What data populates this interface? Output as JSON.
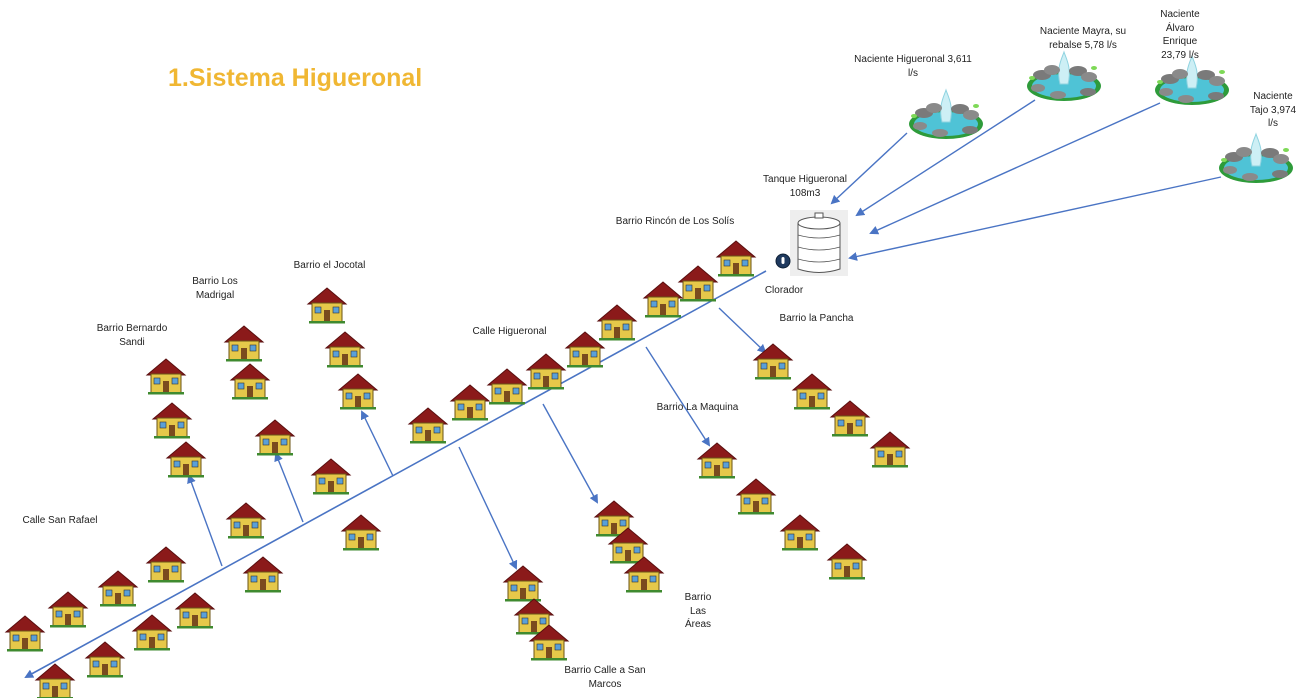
{
  "title": "1.Sistema Higueronal",
  "colors": {
    "title": "#f0b733",
    "pipe": "#4a74c4",
    "roof": "#8b1a1a",
    "wall": "#e6c84a",
    "water": "#4fc3d6",
    "tank": "#bfbfbf"
  },
  "icons": {
    "house": "house-icon",
    "spring": "spring-icon",
    "tank": "water-tank-icon",
    "chlorinator": "chlorinator-icon"
  },
  "springs": [
    {
      "label": "Naciente Higueronal  3,611\nl/s"
    },
    {
      "label": "Naciente Mayra, su\nrebalse 5,78 l/s"
    },
    {
      "label": "Naciente\nÁlvaro\nEnrique\n23,79 l/s"
    },
    {
      "label": "Naciente\nTajo 3,974\nl/s"
    }
  ],
  "tank": {
    "label": "Tanque Higueronal\n108m3"
  },
  "chlorinator": {
    "label": "Clorador"
  },
  "labels": {
    "rincon": "Barrio Rincón de Los Solís",
    "pancha": "Barrio la  Pancha",
    "calle_higueronal": "Calle Higueronal",
    "jocotal": "Barrio el Jocotal",
    "madrigal": "Barrio Los\nMadrigal",
    "bernardo": "Barrio  Bernardo\nSandi",
    "maquina": "Barrio La Maquina",
    "san_rafael": "Calle San Rafael",
    "areas": "Barrio\nLas\nÁreas",
    "san_marcos": "Barrio Calle a San\nMarcos"
  }
}
